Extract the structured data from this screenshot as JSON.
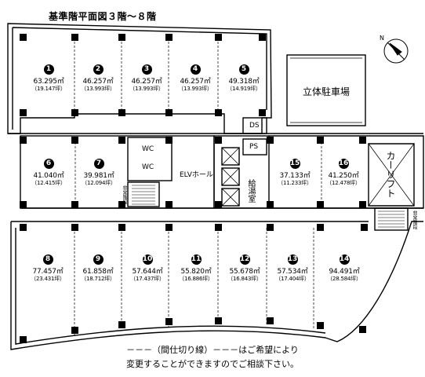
{
  "title": "基準階平面図３階～８階",
  "units": [
    {
      "no": "1",
      "area": "63.295㎡",
      "tsubo": "（19.147坪）"
    },
    {
      "no": "2",
      "area": "46.257㎡",
      "tsubo": "（13.993坪）"
    },
    {
      "no": "3",
      "area": "46.257㎡",
      "tsubo": "（13.993坪）"
    },
    {
      "no": "4",
      "area": "46.257㎡",
      "tsubo": "（13.993坪）"
    },
    {
      "no": "5",
      "area": "49.318㎡",
      "tsubo": "（14.919坪）"
    },
    {
      "no": "6",
      "area": "41.040㎡",
      "tsubo": "（12.415坪）"
    },
    {
      "no": "7",
      "area": "39.981㎡",
      "tsubo": "（12.094坪）"
    },
    {
      "no": "8",
      "area": "77.457㎡",
      "tsubo": "（23.431坪）"
    },
    {
      "no": "9",
      "area": "61.858㎡",
      "tsubo": "（18.712坪）"
    },
    {
      "no": "10",
      "area": "57.644㎡",
      "tsubo": "（17.437坪）"
    },
    {
      "no": "11",
      "area": "55.820㎡",
      "tsubo": "（16.886坪）"
    },
    {
      "no": "12",
      "area": "55.678㎡",
      "tsubo": "（16.843坪）"
    },
    {
      "no": "13",
      "area": "57.534㎡",
      "tsubo": "（17.404坪）"
    },
    {
      "no": "14",
      "area": "94.491㎡",
      "tsubo": "（28.584坪）"
    },
    {
      "no": "15",
      "area": "37.133㎡",
      "tsubo": "（11.233坪）"
    },
    {
      "no": "16",
      "area": "41.250㎡",
      "tsubo": "（12.478坪）"
    }
  ],
  "labels": {
    "parking": "立体駐車場",
    "ds": "DS",
    "ps": "PS",
    "wc1": "WC",
    "wc2": "WC",
    "elv_hall": "ELVホール",
    "kyutoshitsu": "給湯室",
    "car_lift": "カーリフト",
    "stair_left": "非常階段",
    "stair_right": "非常階段",
    "north": "N"
  },
  "note": {
    "line1": "－－－（間仕切り線）－－－はご希望により",
    "line2": "変更することができますのでご相談下さい。"
  }
}
